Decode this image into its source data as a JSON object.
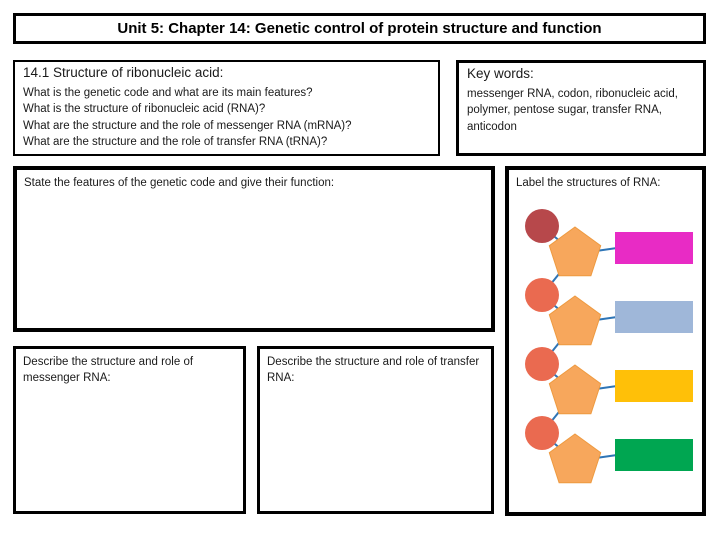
{
  "title": "Unit 5: Chapter 14: Genetic control of protein structure and function",
  "topic_box": {
    "heading": "14.1 Structure of ribonucleic acid:",
    "questions": [
      "What is the genetic code and what are its main features?",
      "What is the structure of ribonucleic acid (RNA)?",
      "What are the structure and the role of messenger RNA (mRNA)?",
      "What are the structure and the role of transfer RNA (tRNA)?"
    ]
  },
  "keywords_box": {
    "heading": "Key words:",
    "words": "messenger RNA, codon, ribonucleic acid, polymer, pentose sugar, transfer RNA, anticodon"
  },
  "genetic_code_box": {
    "prompt": "State the features of the genetic code and give their function:"
  },
  "mrna_box": {
    "prompt": "Describe the structure and role of messenger RNA:"
  },
  "trna_box": {
    "prompt": "Describe the structure and role of transfer RNA:"
  },
  "rna_diagram_box": {
    "prompt": "Label the structures of RNA:",
    "connector_color": "#2E75B6",
    "pentagon_color": "#F7A75C",
    "pentagon_stroke": "#EE9A40",
    "units": [
      {
        "name": "nucleotide-1",
        "phosphate_color": "#B7484B",
        "base_color": "#E82BC5"
      },
      {
        "name": "nucleotide-2",
        "phosphate_color": "#EA6A50",
        "base_color": "#9FB7D9"
      },
      {
        "name": "nucleotide-3",
        "phosphate_color": "#EA6A50",
        "base_color": "#FFC008"
      },
      {
        "name": "nucleotide-4",
        "phosphate_color": "#EA6A50",
        "base_color": "#00A651"
      }
    ]
  }
}
